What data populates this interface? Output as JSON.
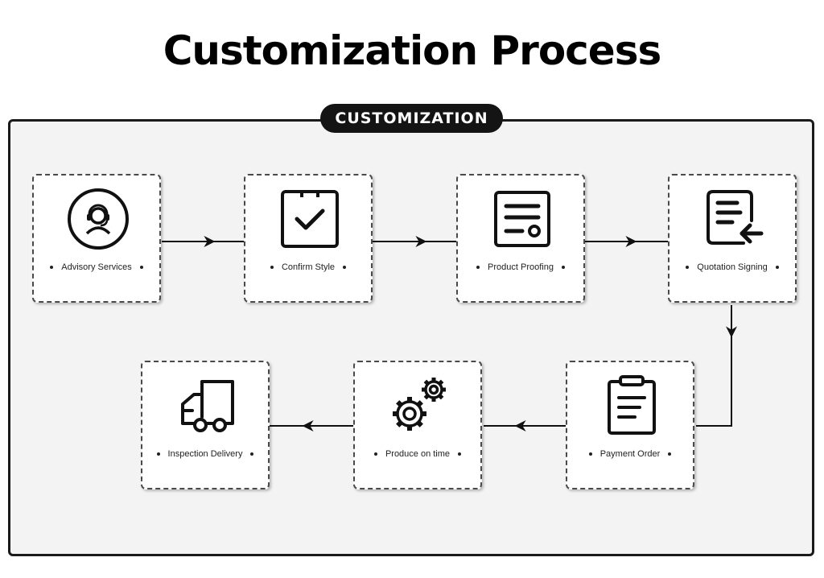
{
  "title": "Customization Process",
  "panel": {
    "badge": "CUSTOMIZATION"
  },
  "steps": [
    {
      "label": "Advisory Services",
      "icon": "headset-agent-icon"
    },
    {
      "label": "Confirm Style",
      "icon": "clipboard-check-icon"
    },
    {
      "label": "Product Proofing",
      "icon": "document-seal-icon"
    },
    {
      "label": "Quotation Signing",
      "icon": "document-return-icon"
    },
    {
      "label": "Payment Order",
      "icon": "clipboard-list-icon"
    },
    {
      "label": "Produce on time",
      "icon": "gears-icon"
    },
    {
      "label": "Inspection Delivery",
      "icon": "delivery-truck-icon"
    }
  ],
  "colors": {
    "accent": "#141414",
    "panel_background": "#f3f3f3",
    "card_border": "#4a4a4a"
  }
}
